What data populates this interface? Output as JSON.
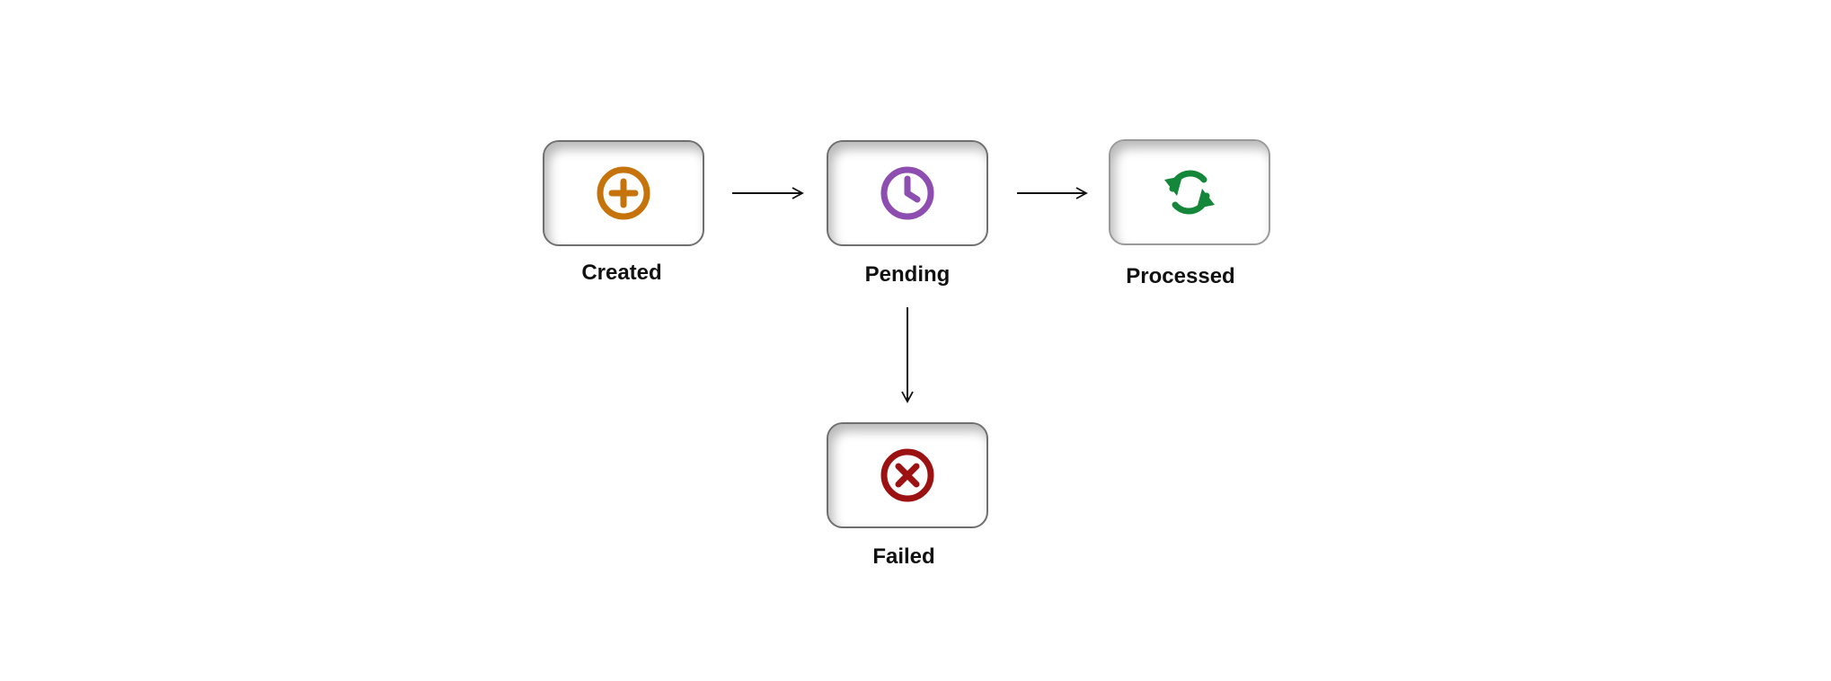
{
  "nodes": {
    "created": {
      "label": "Created",
      "icon": "plus-circle-icon",
      "color": "#C5730A"
    },
    "pending": {
      "label": "Pending",
      "icon": "clock-icon",
      "color": "#8E4DB1"
    },
    "processed": {
      "label": "Processed",
      "icon": "refresh-icon",
      "color": "#14873A"
    },
    "failed": {
      "label": "Failed",
      "icon": "x-circle-icon",
      "color": "#9C1111"
    }
  },
  "edges": [
    {
      "from": "Created",
      "to": "Pending"
    },
    {
      "from": "Pending",
      "to": "Processed"
    },
    {
      "from": "Pending",
      "to": "Failed"
    }
  ]
}
